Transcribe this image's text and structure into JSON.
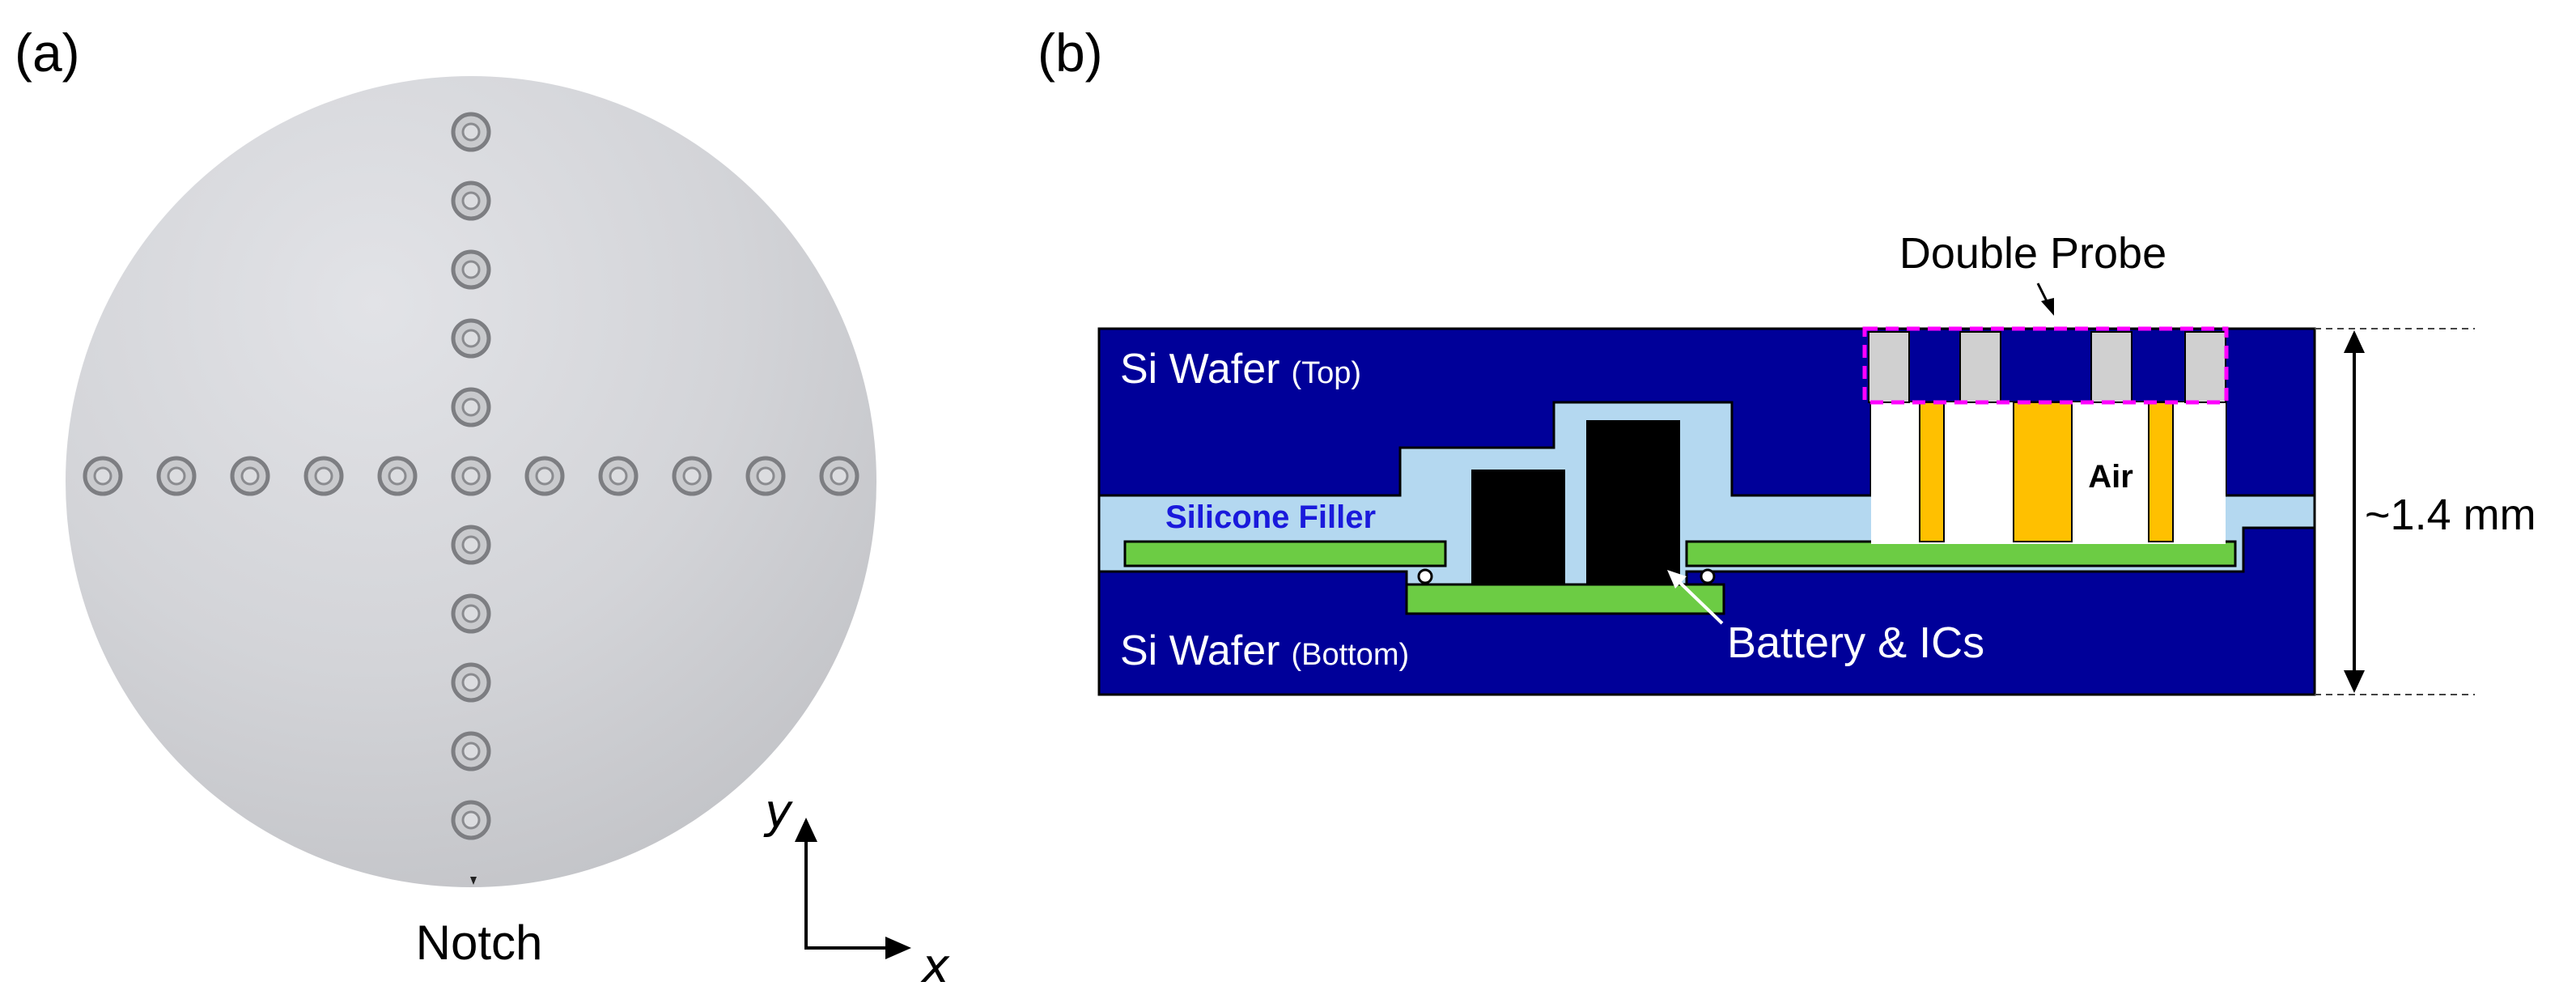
{
  "panel_a": {
    "label": "(a)",
    "notch_label": "Notch",
    "axis_x": "x",
    "axis_y": "y"
  },
  "panel_b": {
    "label": "(b)",
    "si_top": "Si Wafer",
    "si_top_paren": "(Top)",
    "si_bottom": "Si Wafer",
    "si_bottom_paren": "(Bottom)",
    "silicone_filler": "Silicone Filler",
    "battery_ics": "Battery & ICs",
    "double_probe": "Double Probe",
    "air": "Air",
    "thickness": "~1.4 mm"
  },
  "colors": {
    "wafer_blue": "#000099",
    "filler_light_blue": "#b4d8f0",
    "pcb_green": "#6ccc44",
    "chip_black": "#000000",
    "gold": "#ffc000",
    "probe_gray": "#d0d0d0",
    "probe_outline_magenta": "#ff00ff",
    "filler_text_blue": "#1a1adc",
    "wafer_photo_gray": "#d6d6da"
  }
}
